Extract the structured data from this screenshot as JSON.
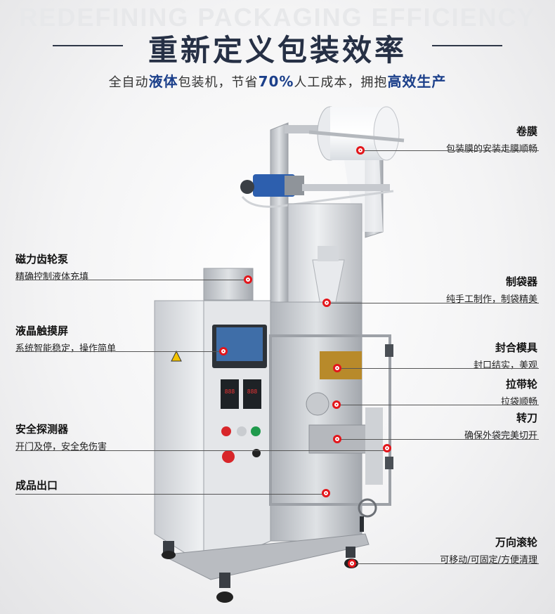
{
  "header": {
    "bg_text": "REDEFINING PACKAGING EFFICIENCY",
    "title": "重新定义包装效率",
    "subtitle_parts": [
      "全自动",
      "液体",
      "包装机，节省",
      "70%",
      "人工成本，拥抱",
      "高效生产"
    ]
  },
  "callouts": {
    "film_roll": {
      "name": "卷膜",
      "desc": "包装膜的安装走膜顺畅"
    },
    "gear_pump": {
      "name": "磁力齿轮泵",
      "desc": "精确控制液体充填"
    },
    "bag_former": {
      "name": "制袋器",
      "desc": "纯手工制作，制袋精美"
    },
    "touchscreen": {
      "name": "液晶触摸屏",
      "desc": "系统智能稳定，操作简单"
    },
    "seal_mold": {
      "name": "封合模具",
      "desc": "封口结实，美观"
    },
    "pull_wheel": {
      "name": "拉带轮",
      "desc": "拉袋顺畅"
    },
    "cutter": {
      "name": "转刀",
      "desc": "确保外袋完美切开"
    },
    "safety_sensor": {
      "name": "安全探测器",
      "desc": "开门及停，安全免伤害"
    },
    "outlet": {
      "name": "成品出口",
      "desc": ""
    },
    "casters": {
      "name": "万向滚轮",
      "desc": "可移动/可固定/方便清理"
    }
  },
  "colors": {
    "title": "#263045",
    "accent": "#1b3f8a",
    "marker": "#e3161b"
  }
}
